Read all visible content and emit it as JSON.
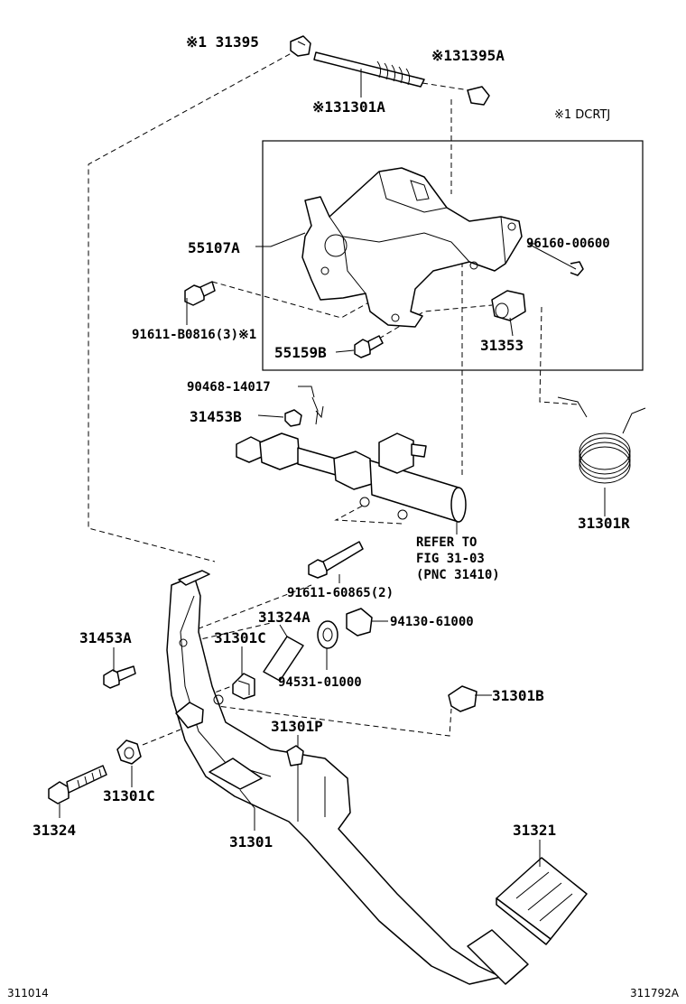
{
  "legend": {
    "note": "※1 DCRTJ"
  },
  "labels": {
    "p31395": "※1 31395",
    "p31395A": "※131395A",
    "p31301A": "※131301A",
    "p55107A": "55107A",
    "p96160": "96160-00600",
    "p91611b": "91611-B0816(3)※1",
    "p55159B": "55159B",
    "p31353": "31353",
    "p90468": "90468-14017",
    "p31453B": "31453B",
    "p31301R": "31301R",
    "refer1": "REFER TO",
    "refer2": "FIG 31-03",
    "refer3": "(PNC 31410)",
    "p91611_6": "91611-60865(2)",
    "p31324A": "31324A",
    "p94130": "94130-61000",
    "p31453A": "31453A",
    "p31301C_top": "31301C",
    "p94531": "94531-01000",
    "p31301B": "31301B",
    "p31301P": "31301P",
    "p31301C_bot": "31301C",
    "p31324": "31324",
    "p31301": "31301",
    "p31321": "31321"
  },
  "footer": {
    "left_code": "311014",
    "right_code": "311792A"
  }
}
